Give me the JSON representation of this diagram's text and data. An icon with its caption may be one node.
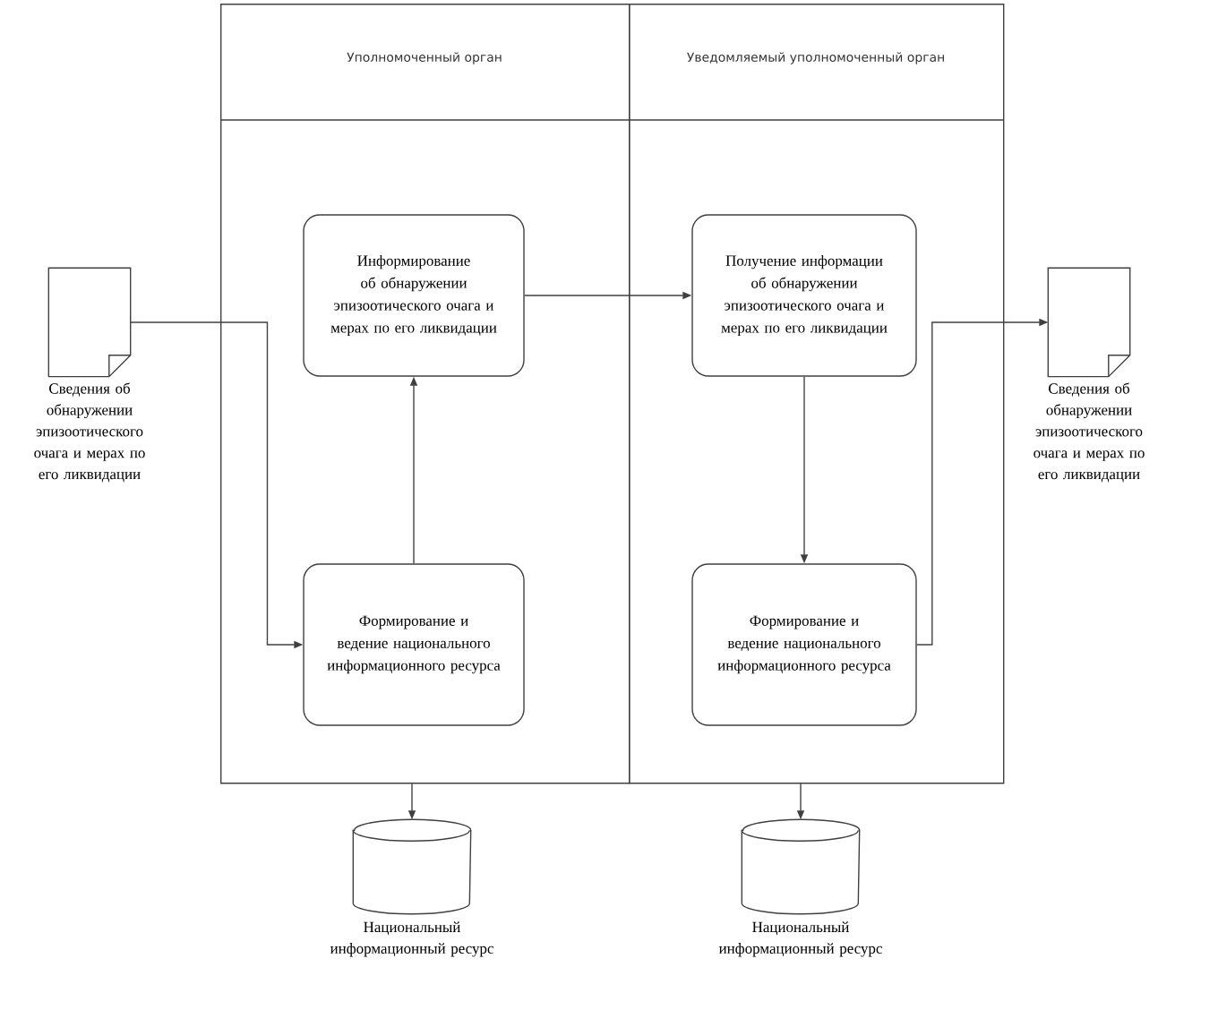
{
  "diagram": {
    "nodes": [
      {
        "text": [
          "Уполномоченный орган"
        ]
      },
      {
        "text": [
          "Уведомляемый уполномоченный орган"
        ]
      },
      {
        "text": [
          "Информирование об обнаружении эпизоотического очага и мерах по его ликвидации"
        ],
        "in": 0
      },
      {
        "text": [
          "Формирование и ведение национального информационного ресурса"
        ],
        "in": 0
      },
      {
        "text": [
          "Получение информации об обнаружении эпизоотического очага и мерах по его ликвидации"
        ],
        "in": 1
      },
      {
        "text": [
          "Формирование и ведение национального информационного ресурса"
        ],
        "in": 1
      },
      {
        "text": [
          "Сведения об обнаружении эпизоотического очага и мерах по его ликвидации"
        ]
      },
      {
        "text": [
          "Сведения об обнаружении эпизоотического очага и мерах по его ликвидации"
        ]
      },
      {
        "text": [
          "Национальный информационный ресурс"
        ]
      },
      {
        "text": [
          "Национальный информационный ресурс"
        ]
      }
    ],
    "edges": [
      {
        "from": 6,
        "to": 3,
        "arrow": "to"
      },
      {
        "from": 3,
        "to": 2,
        "arrow": "to"
      },
      {
        "from": 2,
        "to": 4,
        "arrow": "to"
      },
      {
        "from": 4,
        "to": 5,
        "arrow": "to"
      },
      {
        "from": 5,
        "to": 7,
        "arrow": "to"
      },
      {
        "from": 0,
        "to": 8,
        "arrow": "to"
      },
      {
        "from": 1,
        "to": 9,
        "arrow": "to"
      }
    ]
  }
}
